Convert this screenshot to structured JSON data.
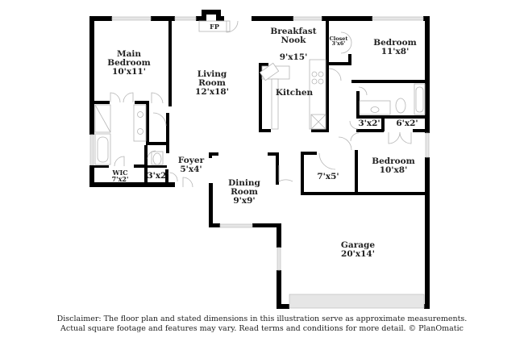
{
  "floor_plan": {
    "rooms": {
      "main_bedroom": {
        "name": "Main Bedroom",
        "line1": "Main",
        "line2": "Bedroom",
        "dims": "10'x11'"
      },
      "living_room": {
        "line1": "Living",
        "line2": "Room",
        "dims": "12'x18'"
      },
      "fireplace": {
        "label": "FP"
      },
      "breakfast_nook": {
        "line1": "Breakfast",
        "line2": "Nook",
        "dims": "9'x15'"
      },
      "kitchen": {
        "label": "Kitchen"
      },
      "closet": {
        "label": "Closet",
        "dims": "3'x6'"
      },
      "bedroom_1": {
        "label": "Bedroom",
        "dims": "11'x8'"
      },
      "hall_closet": {
        "dims": "3'x2'"
      },
      "linen_closet": {
        "dims": "6'x2'"
      },
      "bedroom_2": {
        "label": "Bedroom",
        "dims": "10'x8'"
      },
      "storage": {
        "dims": "7'x5'"
      },
      "foyer": {
        "label": "Foyer",
        "dims": "5'x4'"
      },
      "dining_room": {
        "line1": "Dining",
        "line2": "Room",
        "dims": "9'x9'"
      },
      "wic": {
        "label": "WIC",
        "dims": "7'x2'"
      },
      "half_bath_closet": {
        "dims": "3'x2'"
      },
      "garage": {
        "label": "Garage",
        "dims": "20'x14'"
      }
    },
    "colors": {
      "wall": "#000000",
      "fixture_stroke": "#b5b5b5",
      "window_fill": "#e6e6e6",
      "text": "#222222"
    }
  },
  "disclaimer": {
    "line1": "Disclaimer: The floor plan and stated dimensions in this illustration serve as approximate measurements.",
    "line2": "Actual square footage and features may vary. Read terms and conditions for more detail. © PlanOmatic"
  }
}
